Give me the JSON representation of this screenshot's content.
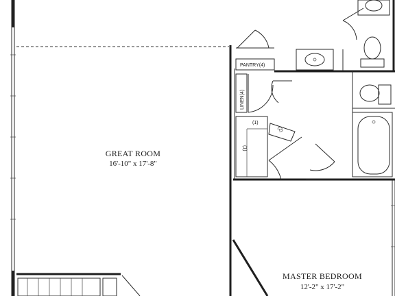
{
  "rooms": {
    "great_room": {
      "name": "GREAT ROOM",
      "dims": "16'-10\" x 17'-8\""
    },
    "master_bedroom": {
      "name": "MASTER BEDROOM",
      "dims": "12'-2\" x 17'-2\""
    }
  },
  "closets": {
    "pantry": "PANTRY(4)",
    "linen": "LINEN(4)",
    "shelf_1a": "(1)",
    "shelf_1b": "(1)",
    "shelf_2": "(2)"
  }
}
